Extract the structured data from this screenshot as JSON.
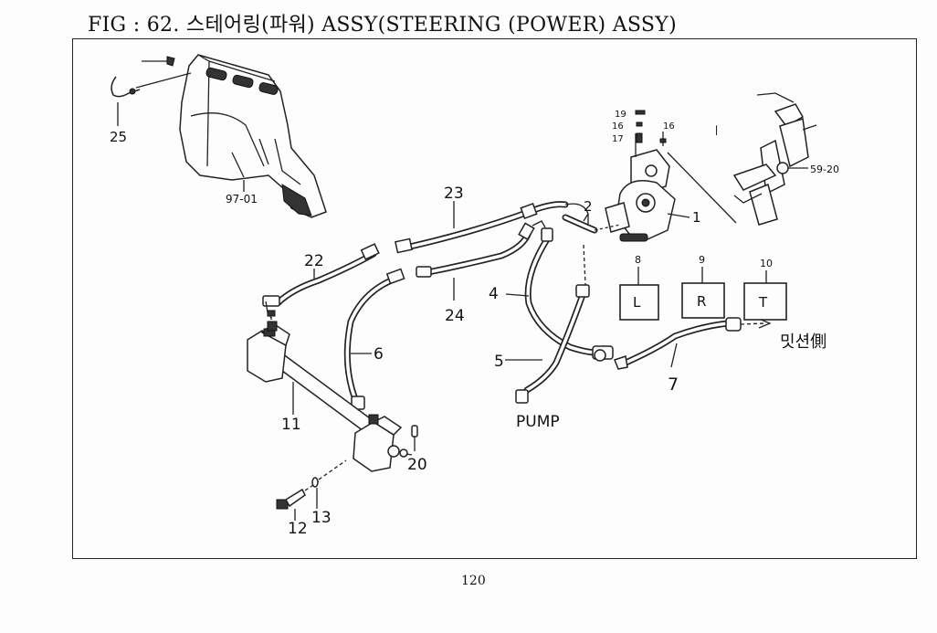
{
  "title": "FIG : 62. 스테어링(파워) ASSY(STEERING (POWER) ASSY)",
  "page_number": "120",
  "callouts": {
    "c1": "1",
    "c2": "2",
    "c4": "4",
    "c5": "5",
    "c6": "6",
    "c7": "7",
    "c11": "11",
    "c12": "12",
    "c13": "13",
    "c16a": "16",
    "c16b": "16",
    "c17": "17",
    "c19": "19",
    "c20": "20",
    "c22": "22",
    "c23": "23",
    "c24": "24",
    "c25": "25",
    "c9701": "97-01",
    "c5920": "59-20"
  },
  "ports": [
    {
      "num": "8",
      "letter": "L"
    },
    {
      "num": "9",
      "letter": "R"
    },
    {
      "num": "10",
      "letter": "T"
    }
  ],
  "pump_label": "PUMP",
  "tank_label": "밋션側"
}
